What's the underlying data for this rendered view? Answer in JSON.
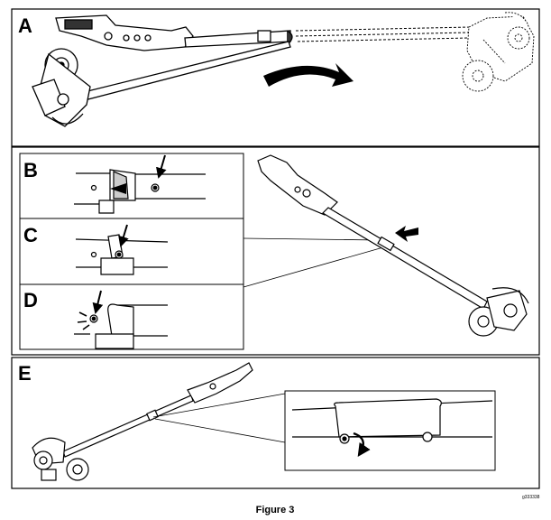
{
  "figure": {
    "caption": "Figure 3",
    "graphic_id": "g333338"
  },
  "panels": [
    {
      "id": "A",
      "label": "A"
    },
    {
      "id": "B",
      "label": "B"
    },
    {
      "id": "C",
      "label": "C"
    },
    {
      "id": "D",
      "label": "D"
    },
    {
      "id": "E",
      "label": "E"
    }
  ],
  "colors": {
    "line": "#000000",
    "fill": "#ffffff",
    "shade": "#d9d9d9"
  }
}
